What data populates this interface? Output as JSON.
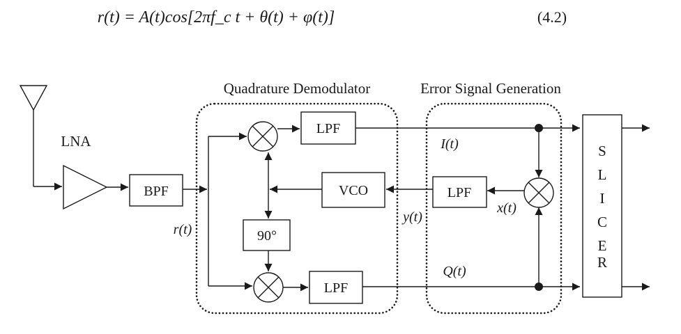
{
  "equation": {
    "text": "r(t) = A(t)cos[2πf_c t + θ(t) + φ(t)]",
    "number": "(4.2)"
  },
  "labels": {
    "lna": "LNA",
    "bpf": "BPF",
    "lpf_i": "LPF",
    "lpf_q": "LPF",
    "lpf_err": "LPF",
    "vco": "VCO",
    "phase_90": "90°",
    "quadrature_group": "Quadrature Demodulator",
    "error_group": "Error Signal Generation",
    "slicer": [
      "S",
      "L",
      "I",
      "C",
      "E",
      "R"
    ]
  },
  "signals": {
    "r": "r(t)",
    "i": "I(t)",
    "q": "Q(t)",
    "y": "y(t)",
    "x": "x(t)"
  }
}
